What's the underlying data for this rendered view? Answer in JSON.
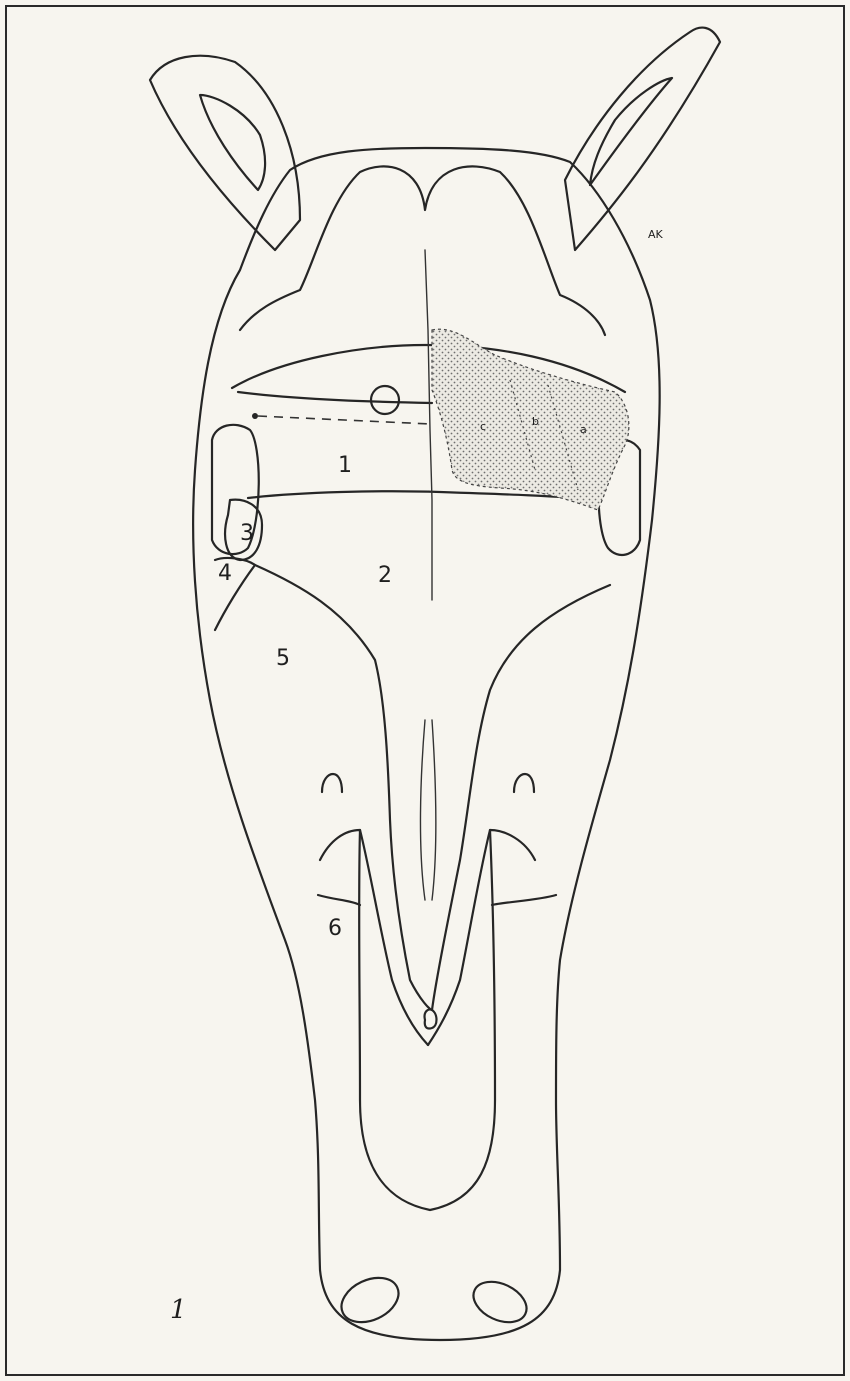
{
  "figure": {
    "number_label": "1",
    "signature": "AK",
    "colors": {
      "paper": "#f7f5ef",
      "ink": "#262626",
      "stipple": "#7a7a7a"
    },
    "region_labels": [
      {
        "id": "label-1",
        "text": "1"
      },
      {
        "id": "label-2",
        "text": "2"
      },
      {
        "id": "label-3",
        "text": "3"
      },
      {
        "id": "label-4",
        "text": "4"
      },
      {
        "id": "label-5",
        "text": "5"
      },
      {
        "id": "label-6",
        "text": "6"
      }
    ],
    "lesion_letters": {
      "a": "a",
      "b": "b",
      "c": "c"
    }
  }
}
